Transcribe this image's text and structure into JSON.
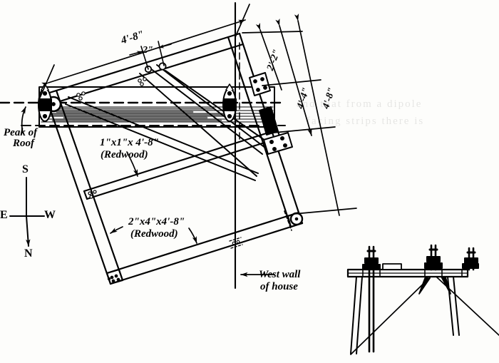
{
  "document": {
    "type": "technical-drawing",
    "title": "Rooftop antenna mounting frame - plan view",
    "view_note": "plan view of tilted redwood frame straddling roof peak"
  },
  "dimensions": {
    "top_length": "4'-8\"",
    "small_offset": "2\"",
    "right_short": "2'-2\"",
    "right_mid": "4'-4\"",
    "right_long": "4'-8\""
  },
  "labels": {
    "peak_of_roof_line1": "Peak of",
    "peak_of_roof_line2": "Roof",
    "member_1x1_line1": "1\"x1\"x 4'-8\"",
    "member_1x1_line2": "(Redwood)",
    "member_2x4_line1": "2\"x4\"x4'-8\"",
    "member_2x4_line2": "(Redwood)",
    "west_wall_line1": "West wall",
    "west_wall_line2": "of house"
  },
  "compass": {
    "north": "N",
    "south": "S",
    "east": "E",
    "west": "W"
  },
  "inset": {
    "name": "elevation-detail",
    "description": "side elevation of antenna rail with three masts and guy braces"
  },
  "bleed_through": {
    "line1": "and that from a dipole",
    "line2": "facing strips there is"
  },
  "colors": {
    "ink": "#000000",
    "paper": "#fdfdfb"
  }
}
